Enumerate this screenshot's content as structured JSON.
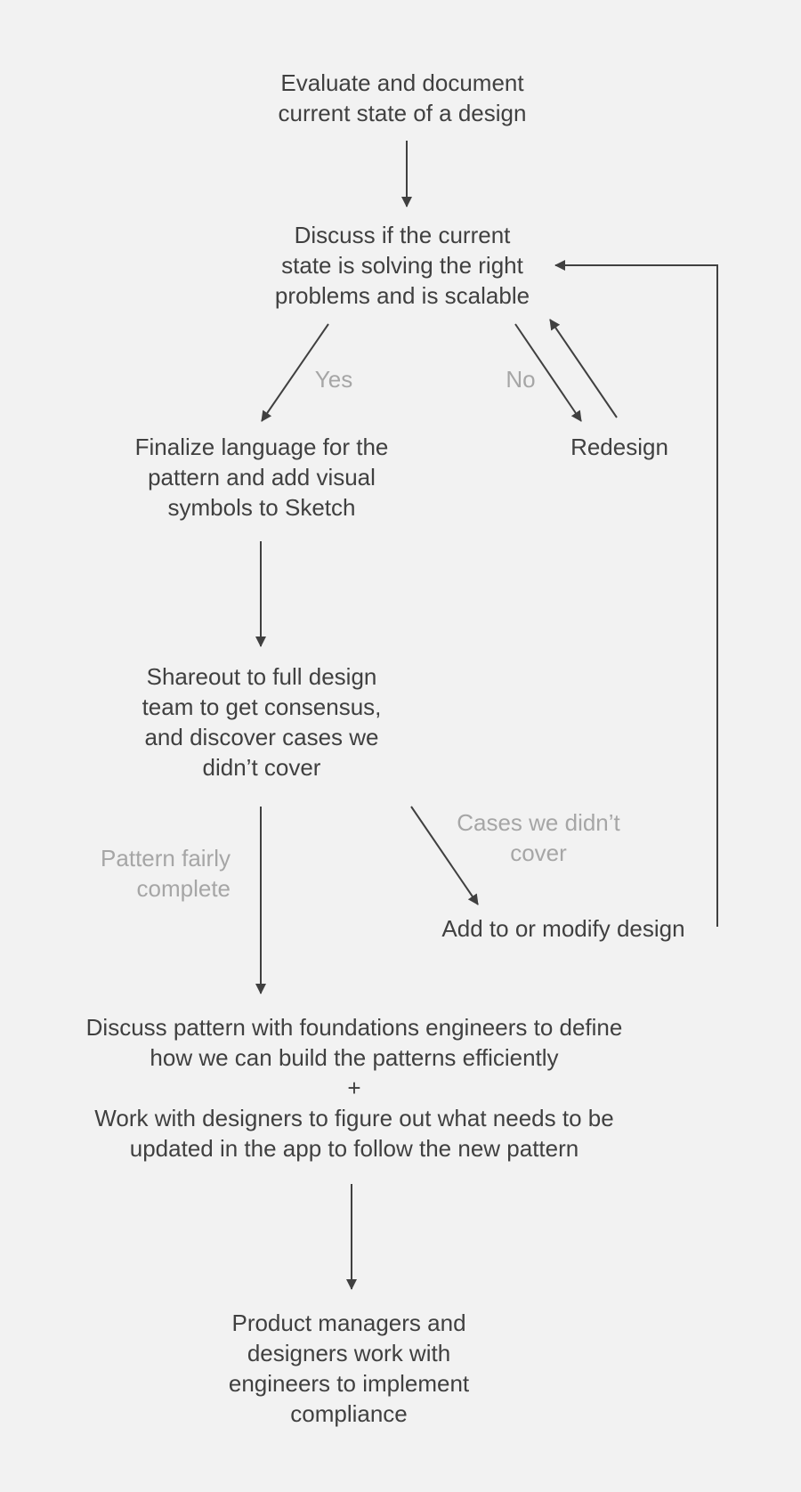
{
  "colors": {
    "background": "#f2f2f2",
    "node_text": "#404040",
    "label_text": "#a6a6a6",
    "arrow": "#404040"
  },
  "nodes": {
    "evaluate": [
      "Evaluate and document",
      "current state of a design"
    ],
    "discuss": [
      "Discuss if the current",
      "state is solving the right",
      "problems and is scalable"
    ],
    "finalize": [
      "Finalize language for the",
      "pattern and add visual",
      "symbols to Sketch"
    ],
    "redesign": [
      "Redesign"
    ],
    "shareout": [
      "Shareout to full design",
      "team to get consensus,",
      "and discover cases we",
      "didn’t cover"
    ],
    "add_modify": [
      "Add to or modify design"
    ],
    "discuss_pattern": [
      "Discuss pattern with foundations engineers to define",
      "how we can build the patterns efficiently",
      "+",
      "Work with designers to figure out what needs to be",
      "updated in the app to follow the new pattern"
    ],
    "product_managers": [
      "Product managers and",
      "designers work with",
      "engineers to implement",
      "compliance"
    ]
  },
  "labels": {
    "yes": "Yes",
    "no": "No",
    "cases": [
      "Cases we didn’t",
      "cover"
    ],
    "pattern_complete": [
      "Pattern fairly",
      "complete"
    ]
  }
}
